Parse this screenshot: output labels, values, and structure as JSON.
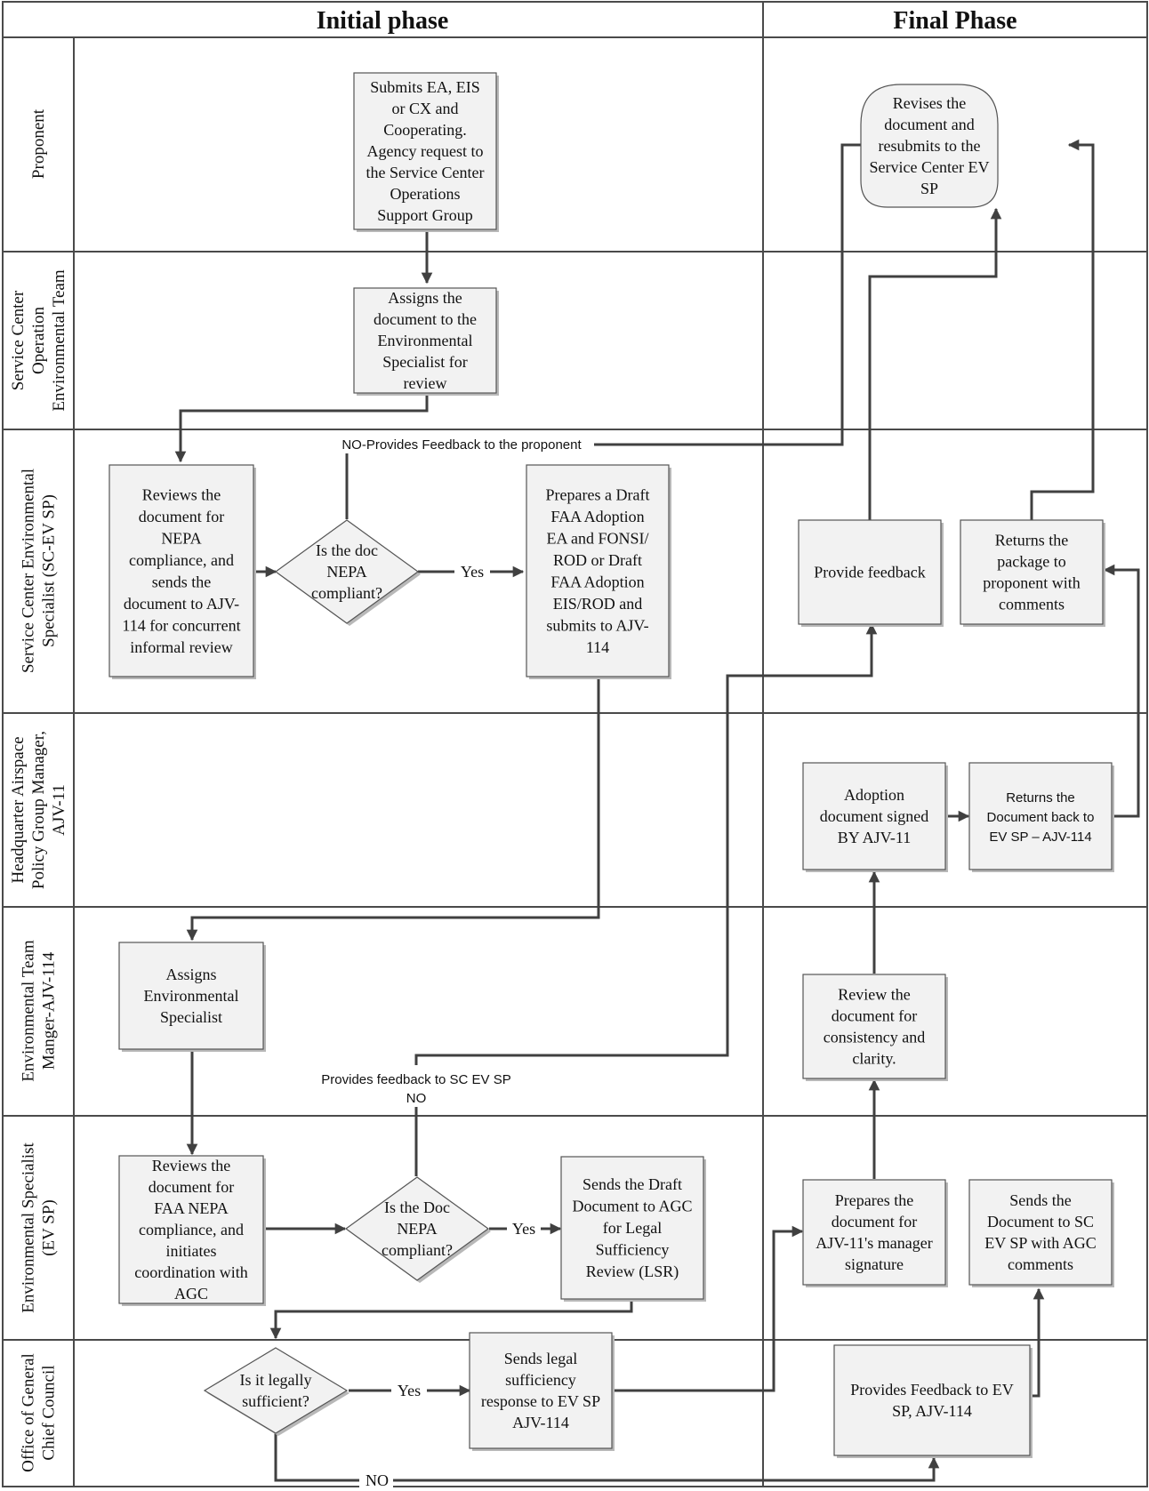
{
  "phases": {
    "initial": "Initial phase",
    "final": "Final Phase"
  },
  "lanes": [
    [
      "Proponent"
    ],
    [
      "Service Center",
      "Operation",
      "Environmental Team"
    ],
    [
      "Service Center Environmental",
      "Specialist (SC-EV SP)"
    ],
    [
      "Headquarter Airspace",
      "Policy Group Manager,",
      "AJV-11"
    ],
    [
      "Environmental Team",
      "Manger-AJV-114"
    ],
    [
      "Environmental Specialist",
      "(EV SP)"
    ],
    [
      "Office of General",
      "Chief Council"
    ]
  ],
  "nodes": {
    "submit": [
      "Submits EA, EIS",
      "or CX and",
      "Cooperating.",
      "Agency request to",
      "the Service Center",
      "Operations",
      "Support Group"
    ],
    "assign_doc": [
      "Assigns the",
      "document to the",
      "Environmental",
      "Specialist for",
      "review"
    ],
    "review_nepa": [
      "Reviews the",
      "document for",
      "NEPA",
      "compliance, and",
      "sends the",
      "document to AJV-",
      "114 for concurrent",
      "informal review"
    ],
    "decision_nepa": [
      "Is the doc",
      "NEPA",
      "compliant?"
    ],
    "prepare_draft": [
      "Prepares a Draft",
      "FAA Adoption",
      "EA and FONSI/",
      "ROD or Draft",
      "FAA Adoption",
      "EIS/ROD and",
      "submits to AJV-",
      "114"
    ],
    "revise": [
      "Revises the",
      "document and",
      "resubmits to the",
      "Service Center EV",
      "SP"
    ],
    "provide_feedback": [
      "Provide feedback"
    ],
    "returns_package": [
      "Returns the",
      "package to",
      "proponent with",
      "comments"
    ],
    "adoption_signed": [
      "Adoption",
      "document signed",
      "BY AJV-11"
    ],
    "returns_document": [
      "Returns the",
      "Document back to",
      "EV SP – AJV-114"
    ],
    "assigns_specialist": [
      "Assigns",
      "Environmental",
      "Specialist"
    ],
    "review_consistency": [
      "Review the",
      "document for",
      "consistency and",
      "clarity."
    ],
    "review_faa": [
      "Reviews the",
      "document for",
      "FAA NEPA",
      "compliance, and",
      "initiates",
      "coordination with",
      "AGC"
    ],
    "decision_doc": [
      "Is the Doc",
      "NEPA",
      "compliant?"
    ],
    "sends_agc": [
      "Sends the Draft",
      "Document to AGC",
      "for Legal",
      "Sufficiency",
      "Review (LSR)"
    ],
    "prepares_signature": [
      "Prepares the",
      "document for",
      "AJV-11's manager",
      "signature"
    ],
    "sends_sc": [
      "Sends the",
      "Document to SC",
      "EV SP with AGC",
      "comments"
    ],
    "decision_legal": [
      "Is it legally",
      "sufficient?"
    ],
    "sends_legal": [
      "Sends legal",
      "sufficiency",
      "response to EV SP",
      "AJV-114"
    ],
    "provides_feedback_ev": [
      "Provides Feedback to EV",
      "SP, AJV-114"
    ]
  },
  "edge_labels": {
    "no_proponent": "NO-Provides Feedback to the proponent",
    "yes_1": "Yes",
    "feedback_sc": "Provides feedback to SC EV SP",
    "no_1": "NO",
    "yes_2": "Yes",
    "yes_3": "Yes",
    "no_2": "NO"
  }
}
